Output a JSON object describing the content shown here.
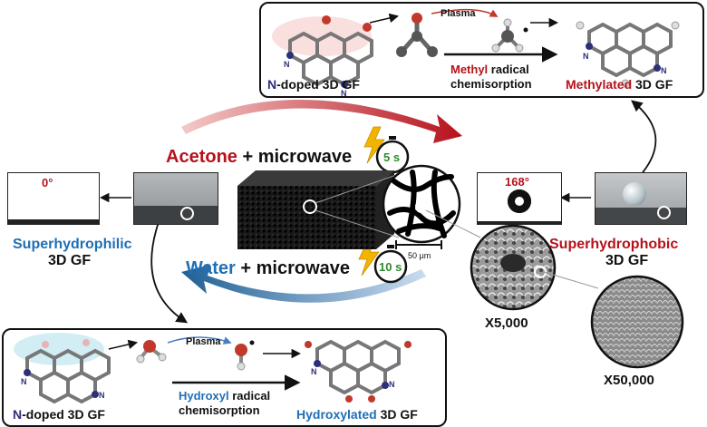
{
  "top_panel": {
    "plasma": "Plasma",
    "left_caption_prefix": "N",
    "left_caption_rest": "-doped 3D GF",
    "step_line1_colored": "Methyl",
    "step_line1_rest": " radical",
    "step_line2": "chemisorption",
    "right_caption_colored": "Methylated",
    "right_caption_rest": " 3D GF"
  },
  "bottom_panel": {
    "plasma": "Plasma",
    "left_caption_prefix": "N",
    "left_caption_rest": "-doped 3D GF",
    "step_line1_colored": "Hydroxyl",
    "step_line1_rest": " radical",
    "step_line2": "chemisorption",
    "right_caption_colored": "Hydroxylated",
    "right_caption_rest": " 3D GF"
  },
  "process_top": {
    "reagent": "Acetone",
    "condition": " + microwave",
    "time": "5 s"
  },
  "process_bottom": {
    "reagent": "Water",
    "condition": " + microwave",
    "time": "10 s"
  },
  "left_state": {
    "angle": "0°",
    "line1": "Superhydrophilic",
    "line2": "3D GF"
  },
  "right_state": {
    "angle": "168°",
    "line1": "Superhydrophobic",
    "line2": "3D GF"
  },
  "scale_bar": "50 µm",
  "magnifications": {
    "low": "X5,000",
    "high": "X50,000"
  },
  "atom_label": "N",
  "colors": {
    "red": "#b5121b",
    "blue": "#1f6fb5",
    "navy": "#2c2f7a",
    "green": "#2e8b2e",
    "bolt": "#f2b400"
  }
}
